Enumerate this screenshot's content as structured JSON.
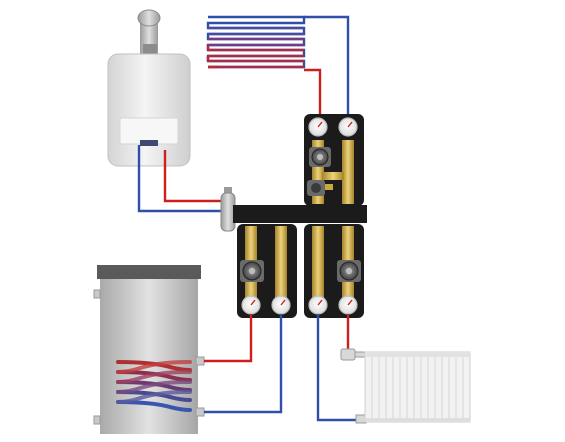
{
  "colors": {
    "supply_pipe": "#cc1f1f",
    "return_pipe": "#2f4fa8",
    "manifold_body": "#1b1b1b",
    "brass": "#c9a640",
    "boiler_body": "#e6e6e6",
    "tank_body": "#c4c4c4",
    "tank_cap": "#5a5a5a",
    "radiator": "#eeeeee"
  },
  "components": [
    {
      "id": "boiler",
      "icon": "wall-boiler-icon"
    },
    {
      "id": "floor_heating_loop",
      "icon": "underfloor-coil-icon"
    },
    {
      "id": "hydraulic_separator",
      "icon": "separator-icon"
    },
    {
      "id": "mixing_group",
      "icon": "mixing-valve-pump-group-icon"
    },
    {
      "id": "manifold_bar",
      "icon": "distribution-manifold-icon"
    },
    {
      "id": "dhw_pump_group",
      "icon": "pump-group-icon"
    },
    {
      "id": "radiator_pump_group",
      "icon": "pump-group-icon"
    },
    {
      "id": "dhw_tank",
      "icon": "hot-water-cylinder-icon"
    },
    {
      "id": "radiator",
      "icon": "panel-radiator-icon"
    }
  ]
}
